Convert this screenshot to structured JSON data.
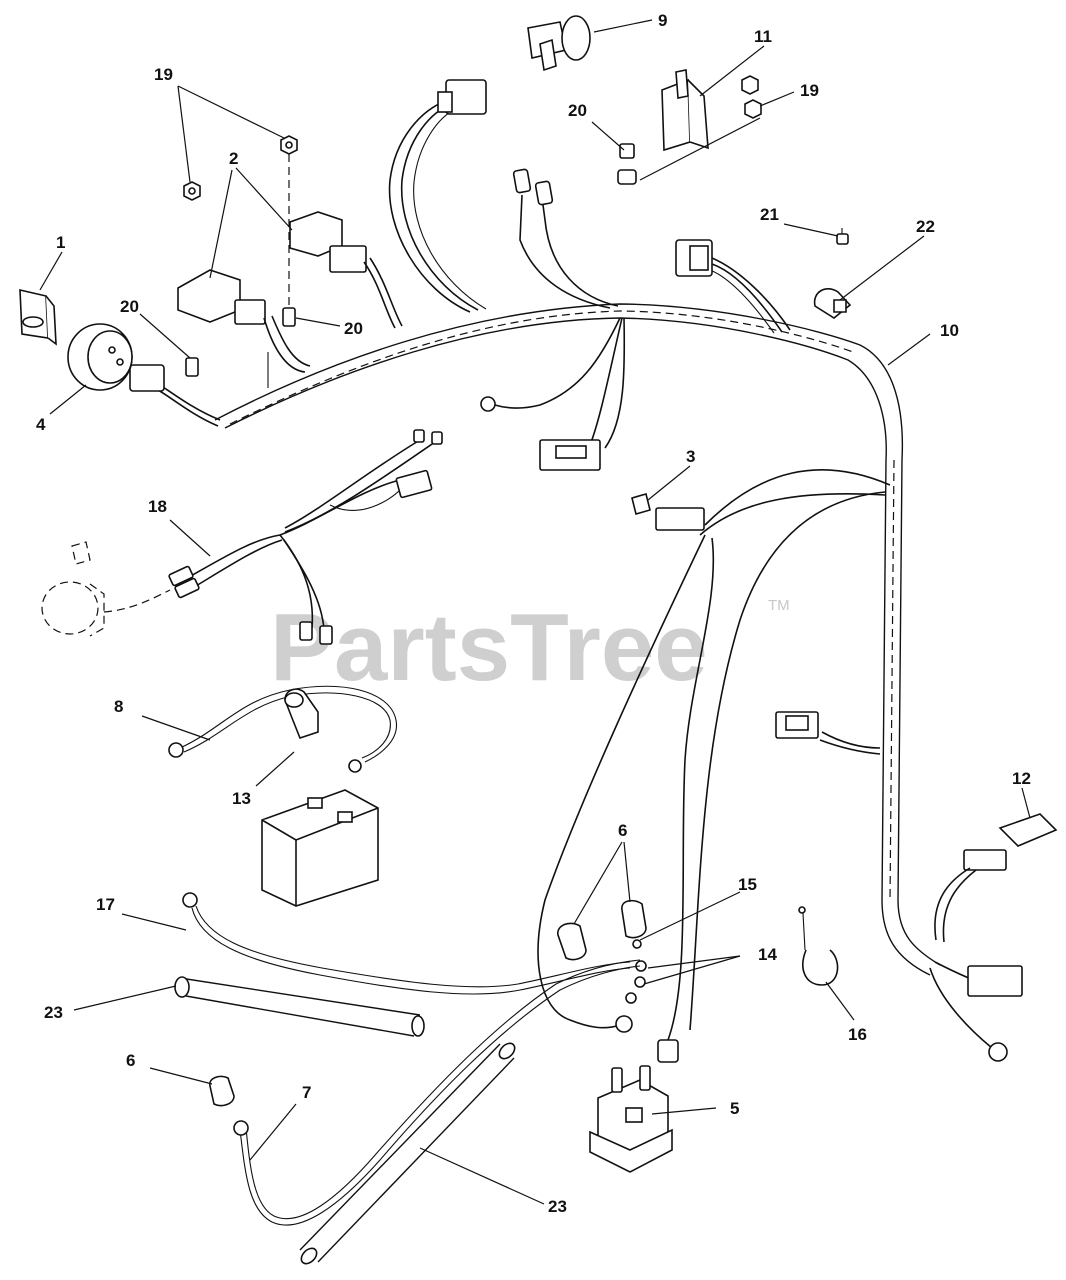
{
  "watermark": {
    "text": "PartsTree",
    "tm": "TM"
  },
  "labels": [
    "1",
    "2",
    "3",
    "4",
    "5",
    "6",
    "6",
    "7",
    "8",
    "9",
    "10",
    "11",
    "12",
    "13",
    "14",
    "15",
    "16",
    "17",
    "18",
    "19",
    "19",
    "20",
    "20",
    "20",
    "21",
    "22",
    "23",
    "23"
  ]
}
